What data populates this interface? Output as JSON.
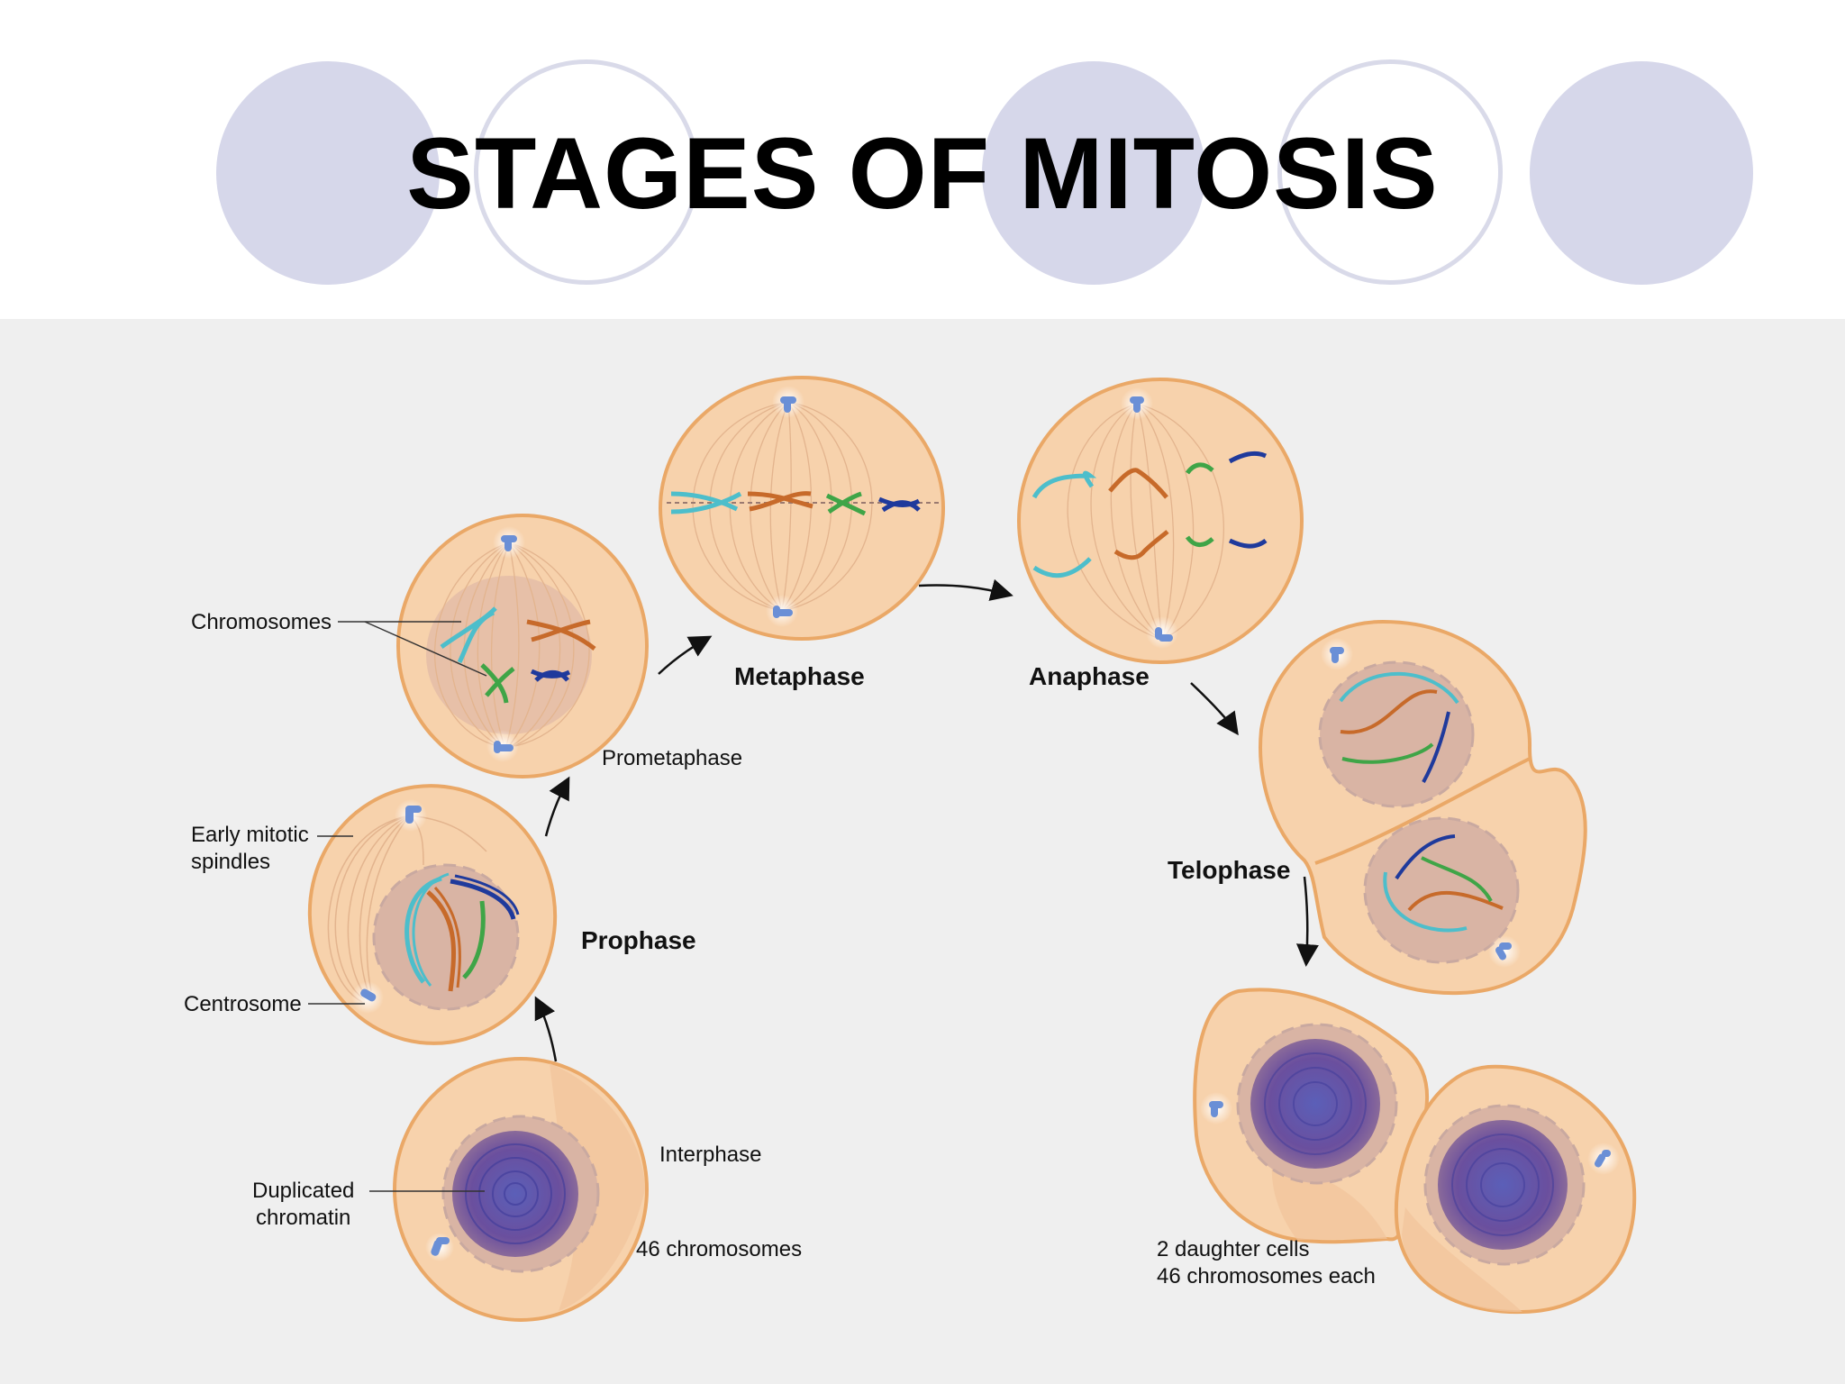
{
  "title": "STAGES OF MITOSIS",
  "colors": {
    "cell_fill": "#f7d2ac",
    "cell_stroke": "#eaa867",
    "nucleus": "#d9b4a4",
    "chromatin": "#5a4aa0",
    "centrosome": "#6a8fd6",
    "cyan": "#4dbecb",
    "orange": "#c76a2a",
    "green": "#3fa547",
    "navy": "#1f3a9c",
    "deco_circle": "#d6d7ea"
  },
  "labels": {
    "chromosomes": "Chromosomes",
    "early_spindles_1": "Early mitotic",
    "early_spindles_2": "spindles",
    "centrosome": "Centrosome",
    "duplicated_1": "Duplicated",
    "duplicated_2": "chromatin",
    "interphase": "Interphase",
    "interphase_count": "46 chromosomes",
    "prophase": "Prophase",
    "prometaphase": "Prometaphase",
    "metaphase": "Metaphase",
    "anaphase": "Anaphase",
    "telophase": "Telophase",
    "daughter_1": "2 daughter cells",
    "daughter_2": "46 chromosomes each"
  }
}
